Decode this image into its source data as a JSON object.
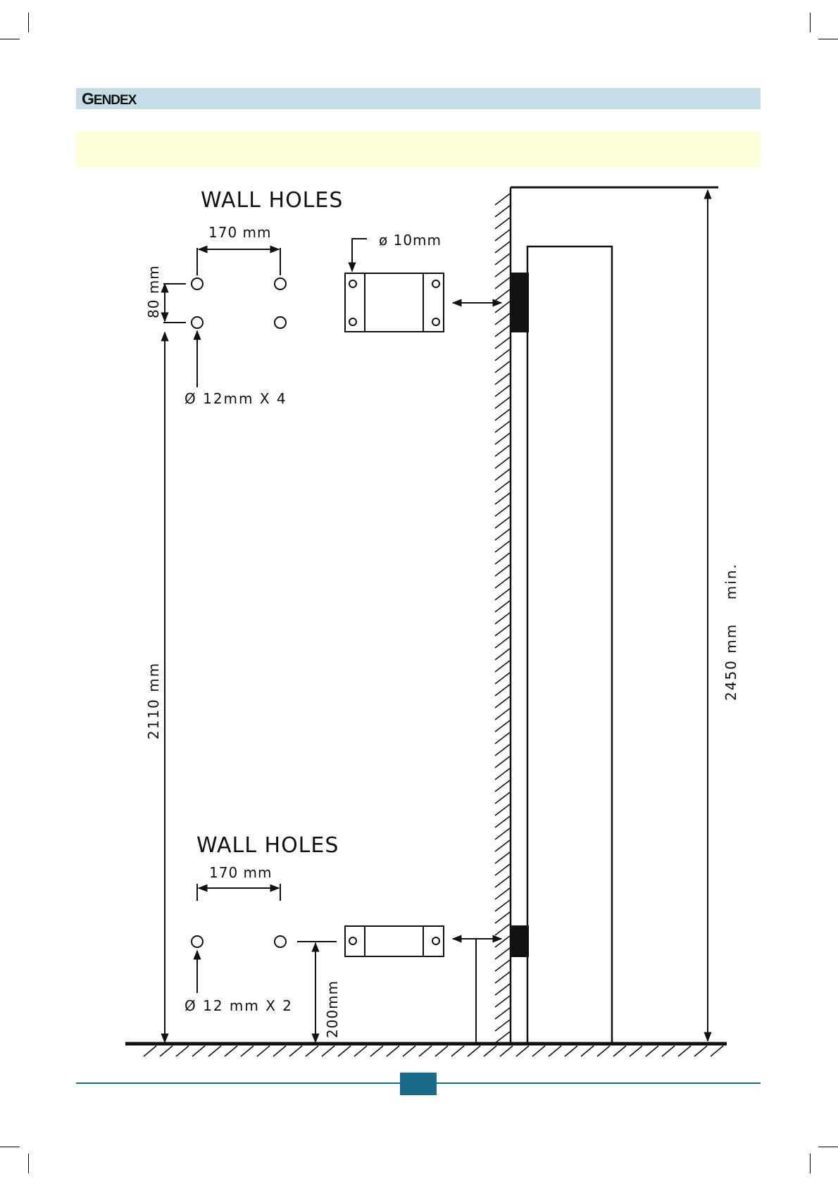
{
  "header": {
    "brand": "GENDEX",
    "brand_first": "G",
    "brand_rest": "ENDEX",
    "band_color": "#c5dde4",
    "title_band_color": "#fdfdd7",
    "title": ""
  },
  "diagram": {
    "top_section": {
      "title": "WALL HOLES",
      "spacing_label": "170 mm",
      "vertical_spacing_label": "80 mm",
      "hole_label": "Ø 12mm X 4",
      "bracket_hole_label": "ø 10mm"
    },
    "bottom_section": {
      "title": "WALL HOLES",
      "spacing_label": "170 mm",
      "hole_label": "Ø 12 mm X 2",
      "height_label": "200mm"
    },
    "dimensions": {
      "top_hole_height": "2110 mm",
      "min_ceiling_height": "2450 mm    min."
    }
  },
  "footer": {
    "page_number": "",
    "accent_color": "#1a6a8a"
  }
}
